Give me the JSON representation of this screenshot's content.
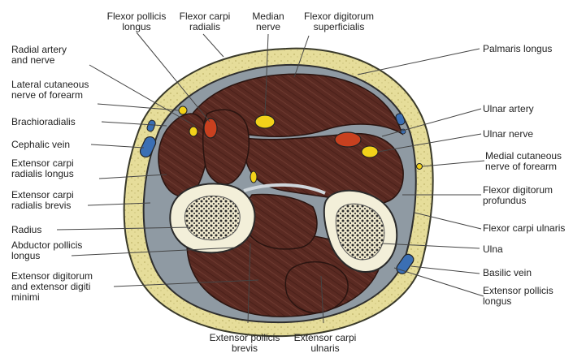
{
  "labels": {
    "flexor_pollicis_longus_top": "Flexor pollicis\nlongus",
    "flexor_carpi_radialis": "Flexor carpi\nradialis",
    "median_nerve": "Median\nnerve",
    "flexor_digitorum_superficialis": "Flexor digitorum\nsuperficialis",
    "palmaris_longus": "Palmaris longus",
    "radial_artery_and_nerve": "Radial artery\nand nerve",
    "lateral_cutaneous_nerve": "Lateral cutaneous\nnerve of forearm",
    "brachioradialis": "Brachioradialis",
    "cephalic_vein": "Cephalic vein",
    "extensor_carpi_radialis_longus": "Extensor carpi\nradialis longus",
    "extensor_carpi_radialis_brevis": "Extensor carpi\nradialis brevis",
    "radius": "Radius",
    "abductor_pollicis_longus": "Abductor pollicis\nlongus",
    "extensor_digitorum": "Extensor digitorum\nand extensor digiti\nminimi",
    "ulnar_artery": "Ulnar artery",
    "ulnar_nerve": "Ulnar nerve",
    "medial_cutaneous_nerve": "Medial cutaneous\nnerve of forearm",
    "flexor_digitorum_profundus": "Flexor digitorum\nprofundus",
    "flexor_carpi_ulnaris": "Flexor carpi ulnaris",
    "ulna": "Ulna",
    "basilic_vein": "Basilic vein",
    "extensor_pollicis_longus": "Extensor pollicis\nlongus",
    "extensor_pollicis_brevis": "Extensor pollicis\nbrevis",
    "extensor_carpi_ulnaris": "Extensor carpi\nulnaris"
  },
  "colors": {
    "skin_fat": "#e6dd9a",
    "skin_outline": "#3a3a2a",
    "muscle": "#5a2a22",
    "muscle_dark": "#3c1812",
    "fascia": "#8f9aa3",
    "bone_cortex": "#f3efd9",
    "bone_marrow": "#2a2a2a",
    "artery": "#c8401f",
    "nerve": "#f2d21a",
    "vein": "#3b6fb4",
    "leader_line": "#444444"
  }
}
